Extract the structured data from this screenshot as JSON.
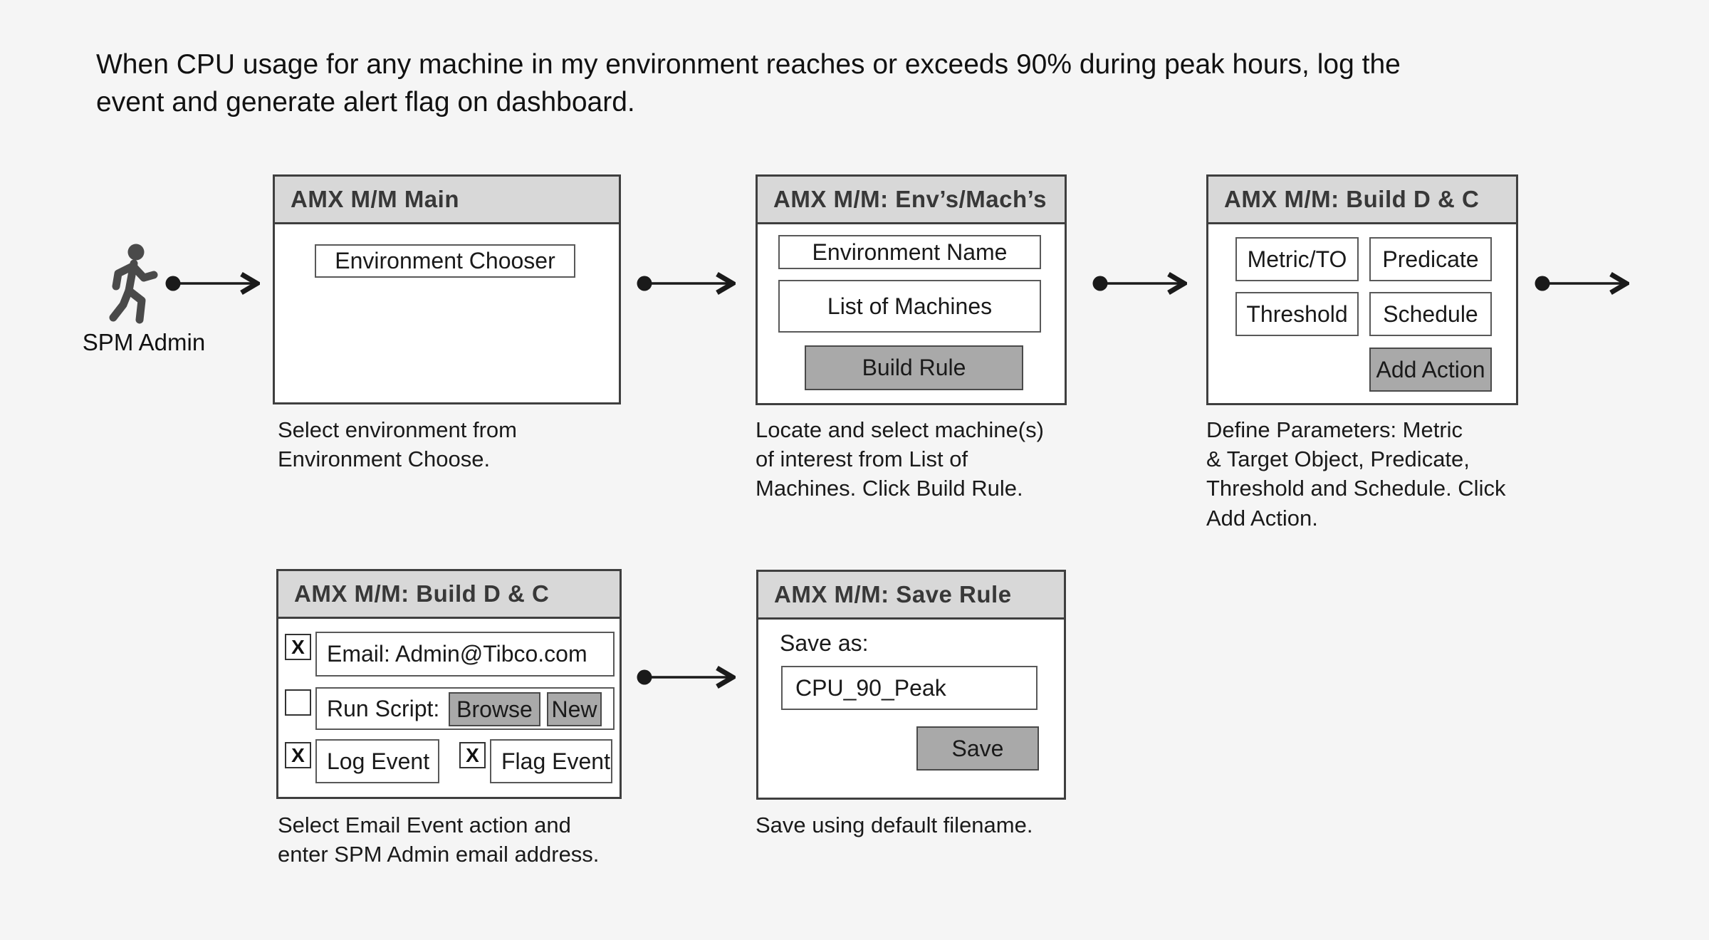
{
  "heading": "When CPU usage for any machine in my environment reaches or exceeds 90% during peak hours, log the\nevent and generate alert flag on dashboard.",
  "actor": {
    "label": "SPM Admin"
  },
  "windows": {
    "main": {
      "title": "AMX M/M Main",
      "environment_chooser": "Environment Chooser",
      "caption": "Select environment from\nEnvironment Choose."
    },
    "envs_machs": {
      "title": "AMX M/M: Env’s/Mach’s",
      "environment_name": "Environment Name",
      "list_of_machines": "List of Machines",
      "build_rule_button": "Build Rule",
      "caption": "Locate and select machine(s)\nof interest from List of\nMachines. Click Build Rule."
    },
    "build_dc": {
      "title": "AMX M/M: Build D & C",
      "metric_to": "Metric/TO",
      "predicate": "Predicate",
      "threshold": "Threshold",
      "schedule": "Schedule",
      "add_action_button": "Add Action",
      "caption": "Define Parameters: Metric\n& Target Object, Predicate,\nThreshold and Schedule. Click\nAdd Action."
    },
    "build_dc_actions": {
      "title": "AMX M/M: Build D & C",
      "email_checkbox": "X",
      "email_label": "Email: Admin@Tibco.com",
      "run_script_checkbox": "",
      "run_script_label": "Run Script:",
      "browse_button": "Browse",
      "new_button": "New",
      "log_event_checkbox": "X",
      "log_event_label": "Log Event",
      "flag_event_checkbox": "X",
      "flag_event_label": "Flag Event",
      "caption": "Select Email Event action and\nenter SPM Admin email address."
    },
    "save_rule": {
      "title": "AMX M/M: Save Rule",
      "save_as_label": "Save as:",
      "filename_value": "CPU_90_Peak",
      "save_button": "Save",
      "caption": "Save using default filename."
    }
  },
  "colors": {
    "background": "#f5f5f5",
    "window_header": "#d8d8d8",
    "window_border": "#3f3f3f",
    "button_fill": "#a9a9a9",
    "text": "#1a1a1a",
    "icon": "#4a4a4a"
  }
}
